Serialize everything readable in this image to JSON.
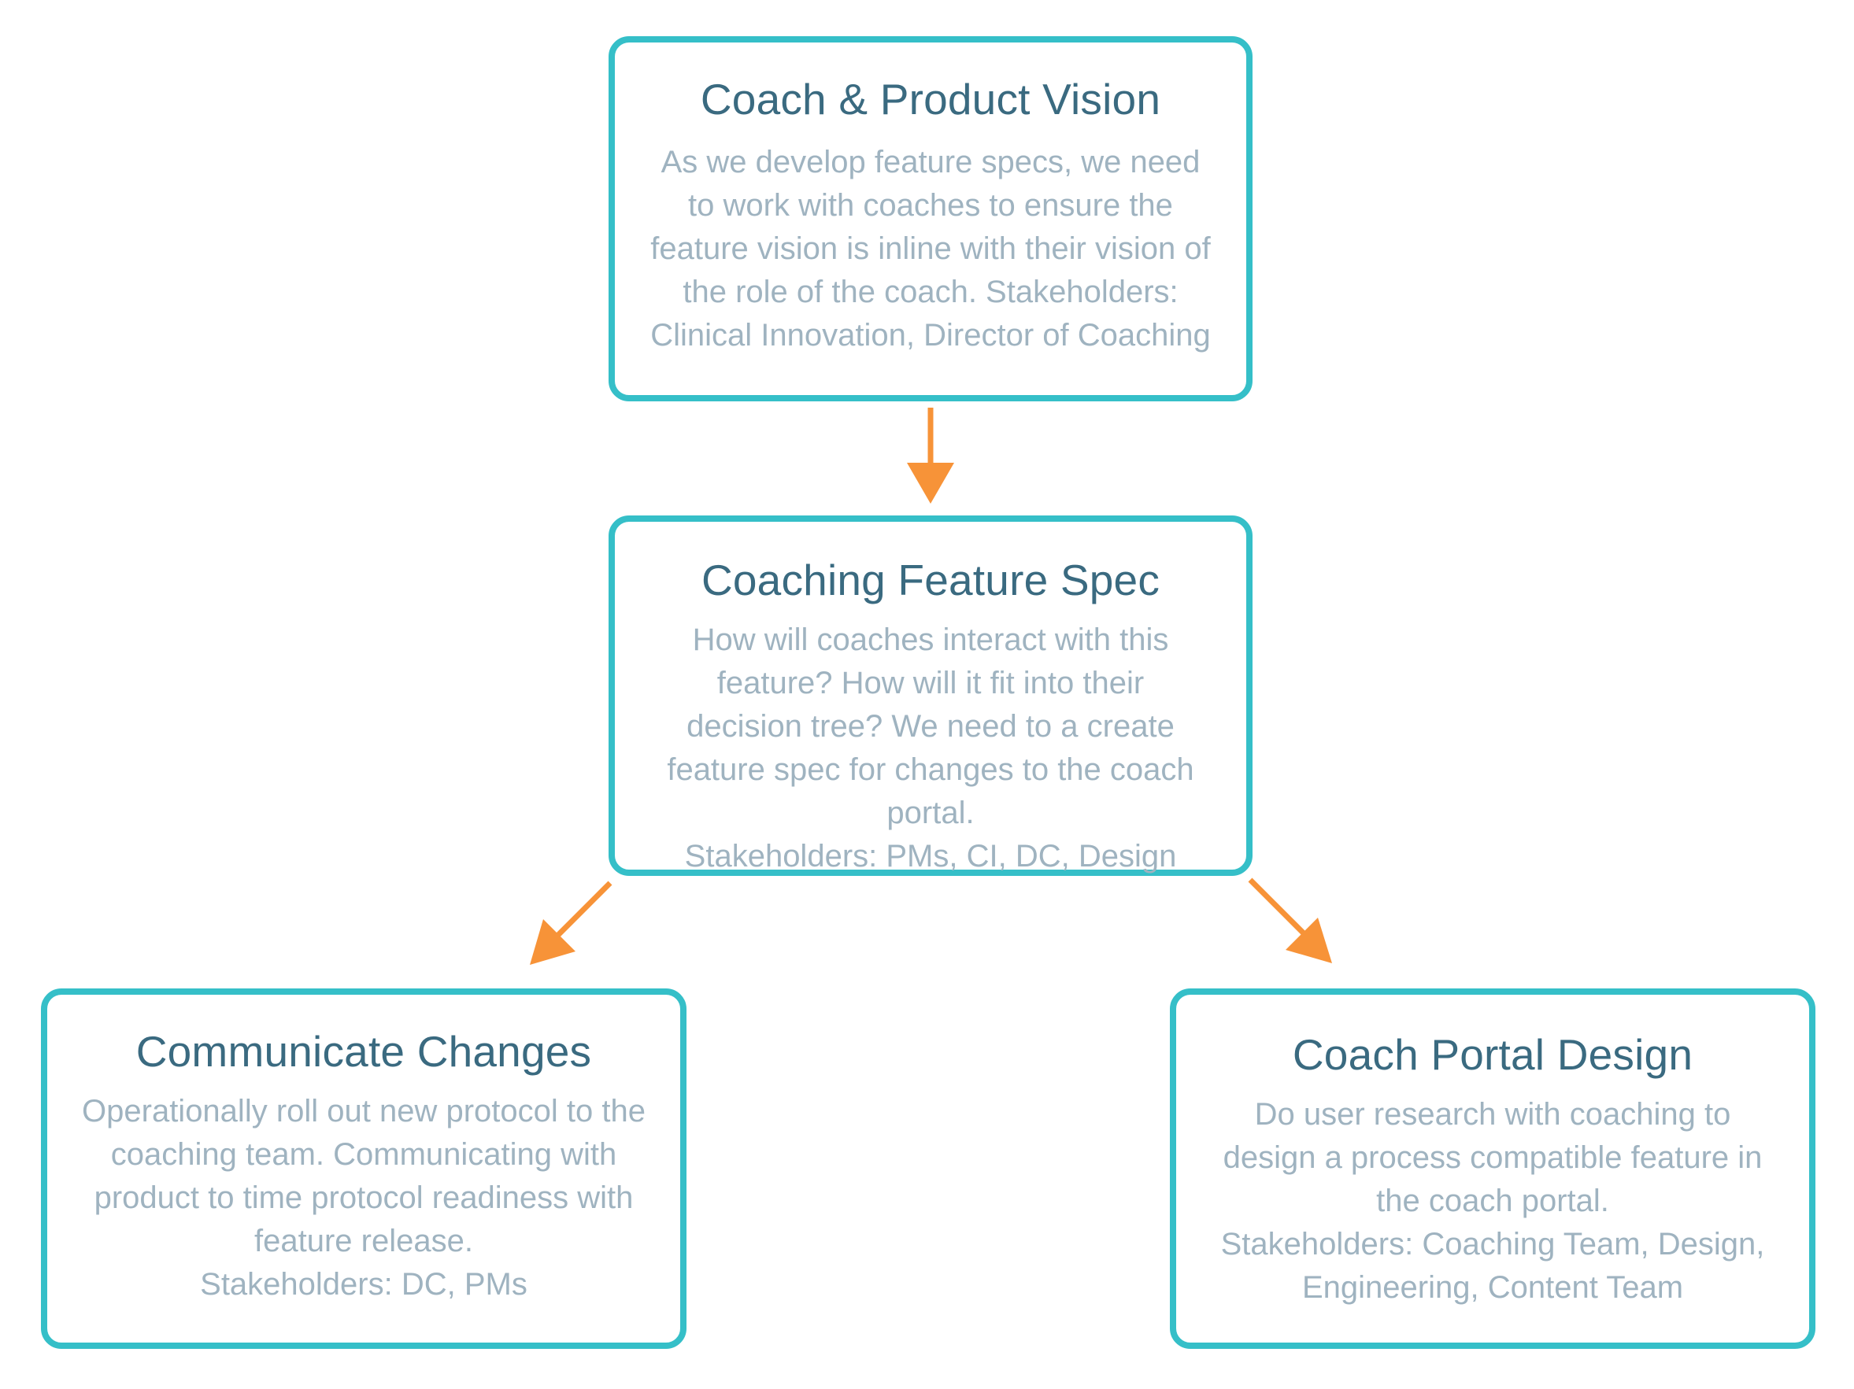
{
  "colors": {
    "node_border": "#35bfc8",
    "node_fill": "#ffffff",
    "title_text": "#3a6a80",
    "body_text": "#9fb3c0",
    "arrow": "#f79338",
    "background": "#ffffff"
  },
  "nodes": {
    "vision": {
      "title": "Coach & Product Vision",
      "body": "As we develop feature specs, we need to work with coaches to ensure the feature vision is inline with their vision of the role of the coach. Stakeholders: Clinical Innovation, Director of Coaching"
    },
    "spec": {
      "title": "Coaching Feature Spec",
      "body": "How will coaches interact with this feature? How will it fit into their decision tree? We need to a create feature spec for changes to the coach portal.\nStakeholders: PMs, CI, DC, Design"
    },
    "communicate": {
      "title": "Communicate Changes",
      "body": "Operationally roll out new protocol to the coaching team. Communicating with product to time protocol readiness with feature release.\nStakeholders: DC, PMs"
    },
    "portal": {
      "title": "Coach Portal Design",
      "body": "Do user research with coaching to design a process compatible feature in the coach portal.\nStakeholders: Coaching Team, Design, Engineering, Content Team"
    }
  },
  "connectors": [
    {
      "name": "vision-to-spec",
      "from": "vision",
      "to": "spec",
      "direction": "down"
    },
    {
      "name": "spec-to-communicate",
      "from": "spec",
      "to": "communicate",
      "direction": "down-left"
    },
    {
      "name": "spec-to-portal",
      "from": "spec",
      "to": "portal",
      "direction": "down-right"
    }
  ]
}
